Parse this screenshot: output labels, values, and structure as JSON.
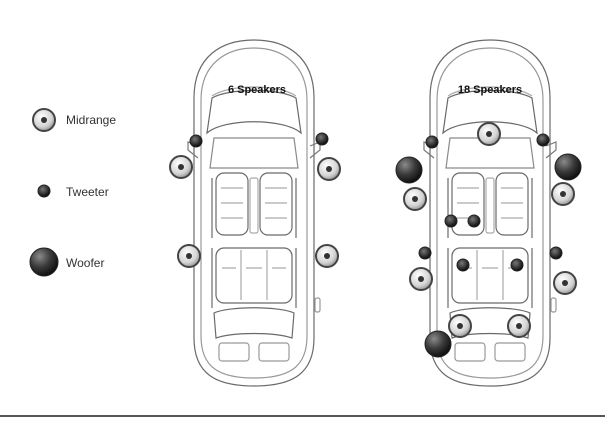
{
  "legend": {
    "items": [
      {
        "type": "midrange",
        "label": "Midrange"
      },
      {
        "type": "tweeter",
        "label": "Tweeter"
      },
      {
        "type": "woofer",
        "label": "Woofer"
      }
    ]
  },
  "cars": [
    {
      "title": "6 Speakers",
      "speakers": [
        {
          "type": "tweeter",
          "position": "front-left-pillar"
        },
        {
          "type": "tweeter",
          "position": "front-right-pillar"
        },
        {
          "type": "midrange",
          "position": "front-left-door"
        },
        {
          "type": "midrange",
          "position": "front-right-door"
        },
        {
          "type": "midrange",
          "position": "rear-left-door"
        },
        {
          "type": "midrange",
          "position": "rear-right-door"
        }
      ]
    },
    {
      "title": "18 Speakers",
      "speakers": [
        {
          "type": "midrange",
          "position": "dashboard-center"
        },
        {
          "type": "tweeter",
          "position": "front-left-pillar"
        },
        {
          "type": "tweeter",
          "position": "front-right-pillar"
        },
        {
          "type": "woofer",
          "position": "front-left-outside"
        },
        {
          "type": "woofer",
          "position": "front-right-outside"
        },
        {
          "type": "midrange",
          "position": "front-left-door"
        },
        {
          "type": "midrange",
          "position": "front-right-door"
        },
        {
          "type": "tweeter",
          "position": "front-seat-left"
        },
        {
          "type": "tweeter",
          "position": "front-seat-right"
        },
        {
          "type": "tweeter",
          "position": "rear-left-door-upper"
        },
        {
          "type": "tweeter",
          "position": "rear-right-door-upper"
        },
        {
          "type": "tweeter",
          "position": "rear-seat-left"
        },
        {
          "type": "tweeter",
          "position": "rear-seat-right"
        },
        {
          "type": "midrange",
          "position": "rear-left-door"
        },
        {
          "type": "midrange",
          "position": "rear-right-door"
        },
        {
          "type": "midrange",
          "position": "rear-shelf-left"
        },
        {
          "type": "midrange",
          "position": "rear-shelf-right"
        },
        {
          "type": "woofer",
          "position": "trunk-left"
        }
      ]
    }
  ],
  "colors": {
    "outline": "#555555",
    "midrange_fill": "#d8d8d8",
    "woofer_fill": "#3a3a3a",
    "tweeter_fill": "#222222"
  }
}
